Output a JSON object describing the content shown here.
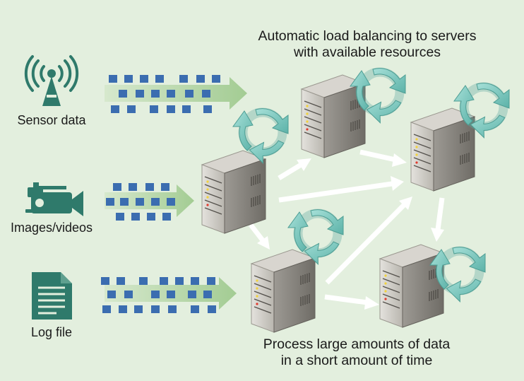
{
  "title_top": [
    "Automatic load balancing to servers",
    "with available resources"
  ],
  "title_bottom": [
    "Process large amounts of data",
    "in a short amount of time"
  ],
  "sources": [
    {
      "label": "Sensor data",
      "icon": "antenna-icon"
    },
    {
      "label": "Images/videos",
      "icon": "video-camera-icon"
    },
    {
      "label": "Log file",
      "icon": "document-icon"
    }
  ],
  "colors": {
    "background": "#e3efde",
    "icon": "#2f7a6b",
    "data_block": "#3b6db0",
    "stream_arrow": "#a9cf9a",
    "cycle_arrow": "#7ecbc3",
    "flow_arrow": "#ffffff",
    "server_body": "#c9c6bf",
    "server_dark": "#7d7a74"
  }
}
